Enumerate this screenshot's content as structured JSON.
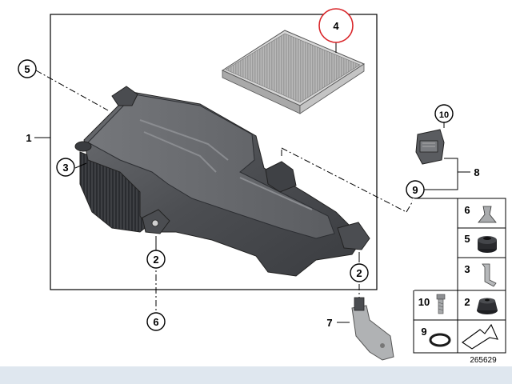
{
  "diagram": {
    "reference_number": "265629",
    "highlight_color": "#d9262a",
    "footer_color": "#dfe7ef",
    "part_color": "#55575b",
    "callouts": [
      {
        "id": "callout-5-top",
        "label": "5",
        "circled": true
      },
      {
        "id": "callout-1",
        "label": "1",
        "circled": false
      },
      {
        "id": "callout-3",
        "label": "3",
        "circled": true
      },
      {
        "id": "callout-4",
        "label": "4",
        "circled": false,
        "highlighted": true
      },
      {
        "id": "callout-10",
        "label": "10",
        "circled": true
      },
      {
        "id": "callout-8",
        "label": "8",
        "circled": false
      },
      {
        "id": "callout-9",
        "label": "9",
        "circled": true
      },
      {
        "id": "callout-2-left",
        "label": "2",
        "circled": true
      },
      {
        "id": "callout-6",
        "label": "6",
        "circled": true
      },
      {
        "id": "callout-2-right",
        "label": "2",
        "circled": true
      },
      {
        "id": "callout-7",
        "label": "7",
        "circled": false
      }
    ],
    "legend": {
      "items": [
        {
          "label": "6",
          "part": "rubber-mount"
        },
        {
          "label": "5",
          "part": "grommet"
        },
        {
          "label": "3",
          "part": "clip"
        },
        {
          "label": "10",
          "part": "bolt"
        },
        {
          "label": "2",
          "part": "rubber-buffer"
        },
        {
          "label": "9",
          "part": "o-ring"
        },
        {
          "label": "",
          "part": "arrow-symbol"
        }
      ]
    }
  }
}
